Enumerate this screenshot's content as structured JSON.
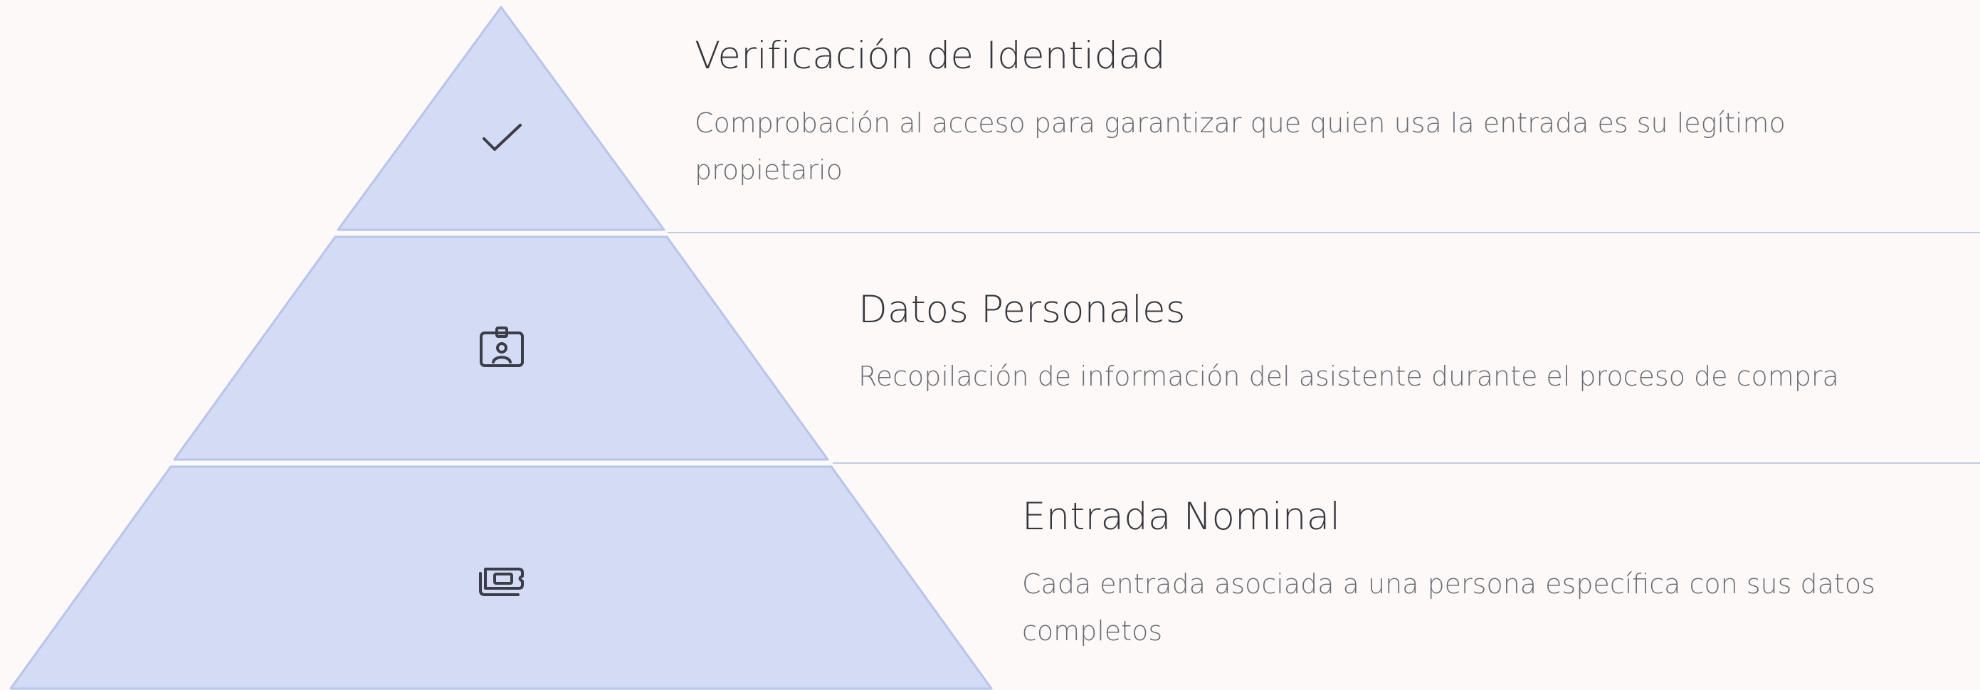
{
  "colors": {
    "background": "#fdf9f8",
    "tier_fill": "#d3dbf5",
    "tier_stroke": "#b9c4ea",
    "separator": "#c3cbe3",
    "icon": "#3b3e48",
    "title_text": "#34363c",
    "desc_text": "#6a6c73"
  },
  "levels": [
    {
      "icon": "check-icon",
      "title": "Verificación de Identidad",
      "description": "Comprobación al acceso para garantizar que quien usa la entrada es su legítimo propietario"
    },
    {
      "icon": "id-badge-icon",
      "title": "Datos Personales",
      "description": "Recopilación de información del asistente durante el proceso de compra"
    },
    {
      "icon": "ticket-icon",
      "title": "Entrada Nominal",
      "description": "Cada entrada asociada a una persona específica con sus datos completos"
    }
  ]
}
